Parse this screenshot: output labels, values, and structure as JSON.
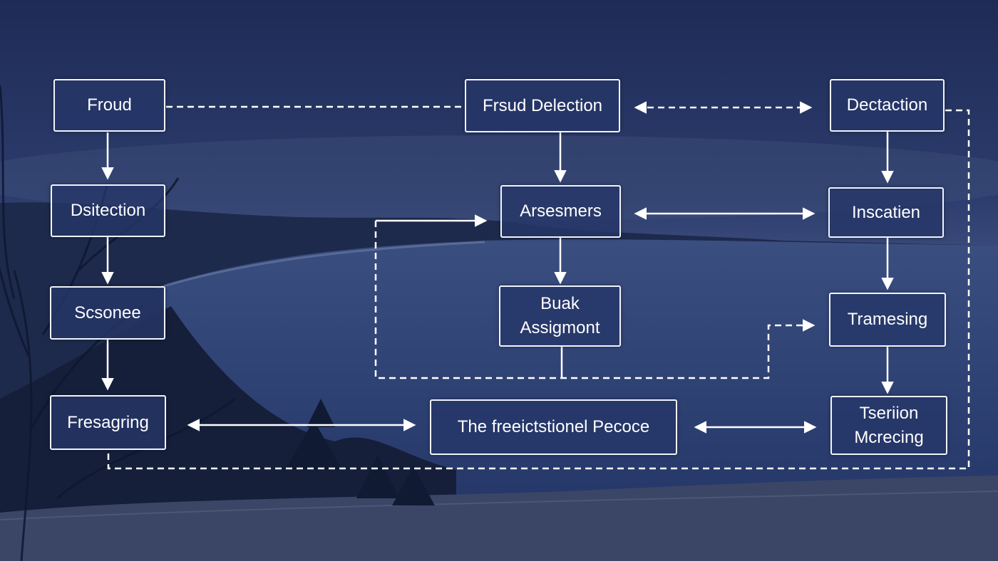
{
  "nodes": {
    "froud": "Froud",
    "dsitection": "Dsitection",
    "scsonee": "Scsonee",
    "fresagring": "Fresagring",
    "fraud_detection": "Frsud Delection",
    "arsesmers": "Arsesmers",
    "buak_line1": "Buak",
    "buak_line2": "Assigmont",
    "process": "The freeictstionel Pecoce",
    "dectaction": "Dectaction",
    "inscatien": "Inscatien",
    "tramesing": "Tramesing",
    "tserion_line1": "Tseriion",
    "tserion_line2": "Mcrecing"
  },
  "colors": {
    "box_fill": "#263668",
    "box_border": "#f1f4fb",
    "text": "#ffffff",
    "connector": "#ffffff",
    "background_sky": "#2a3a6a",
    "background_sea": "#2b3f72"
  }
}
